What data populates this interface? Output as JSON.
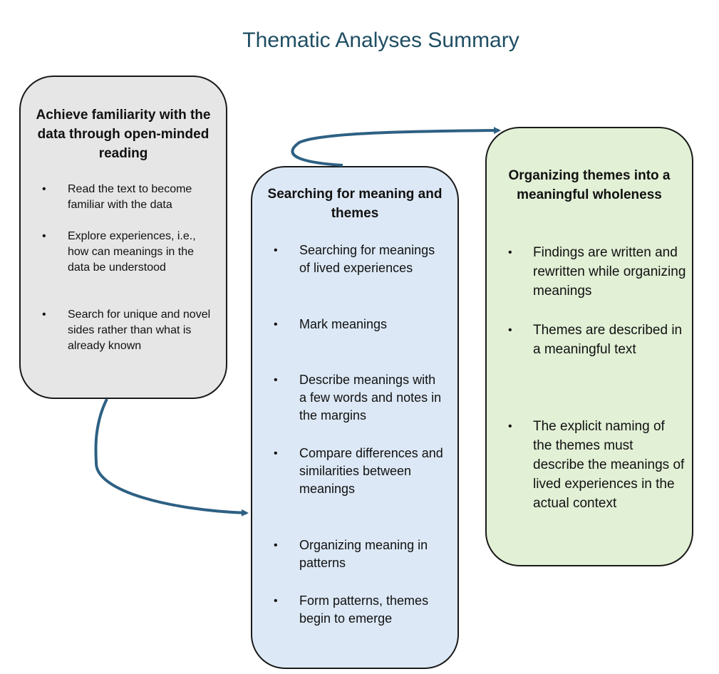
{
  "title": "Thematic Analyses Summary",
  "colors": {
    "title": "#1f4e63",
    "arrow": "#2d6083",
    "box1_fill": "#e6e6e6",
    "box2_fill": "#dce8f5",
    "box3_fill": "#e2f0d6",
    "border": "#1a1a1a"
  },
  "boxes": [
    {
      "heading": "Achieve familiarity with the data through open-minded reading",
      "bullets": [
        "Read the text to become familiar with the data",
        "Explore experiences, i.e., how can meanings in the data be understood",
        "Search for unique and novel sides rather than what is already known"
      ]
    },
    {
      "heading": "Searching for meaning and themes",
      "bullets": [
        "Searching for meanings of lived experiences",
        "Mark meanings",
        "Describe meanings with a few words and notes in the margins",
        "Compare differences and similarities between meanings",
        "Organizing meaning in patterns",
        "Form patterns, themes begin to emerge"
      ]
    },
    {
      "heading": "Organizing themes into a meaningful wholeness",
      "bullets": [
        "Findings are written and rewritten while organizing meanings",
        "Themes are described in a meaningful text",
        "The explicit naming of the themes must describe the meanings of lived experiences in the actual context"
      ]
    }
  ],
  "bullet_glyph": "•"
}
